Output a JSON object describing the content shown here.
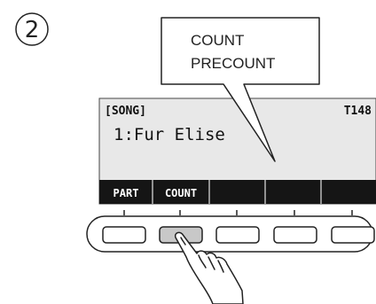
{
  "step": {
    "number": "2"
  },
  "callout": {
    "lines": [
      "COUNT",
      "PRECOUNT"
    ]
  },
  "display": {
    "mode_label": "[SONG]",
    "tempo_label": "T148",
    "song_line": "1:Fur Elise"
  },
  "softkeys": {
    "labels": [
      "PART",
      "COUNT",
      "",
      "",
      ""
    ]
  },
  "buttons": {
    "count": 5,
    "pressed_index": 1
  },
  "icons": {
    "pointer": "hand-pointer-icon"
  },
  "colors": {
    "lcd_background": "#e8e8e8",
    "softkey_bar": "#151515",
    "pressed_button": "#c8c8c8",
    "line": "#222222"
  }
}
